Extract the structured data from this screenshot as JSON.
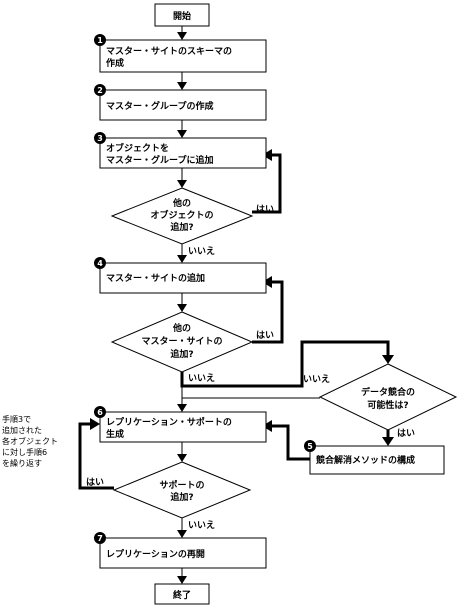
{
  "nodes": {
    "start": "開始",
    "step1_line1": "マスター・サイトのスキーマの",
    "step1_line2": "作成",
    "step2": "マスター・グループの作成",
    "step3_line1": "オブジェクトを",
    "step3_line2": "マスター・グループに追加",
    "dec1_line1": "他の",
    "dec1_line2": "オブジェクトの",
    "dec1_line3": "追加?",
    "step4": "マスター・サイトの追加",
    "dec2_line1": "他の",
    "dec2_line2": "マスター・サイトの",
    "dec2_line3": "追加?",
    "dec3_line1": "データ競合の",
    "dec3_line2": "可能性は?",
    "step5": "競合解消メソッドの構成",
    "step6_line1": "レプリケーション・サポートの",
    "step6_line2": "生成",
    "dec4_line1": "サポートの",
    "dec4_line2": "追加?",
    "step7": "レプリケーションの再開",
    "end": "終了"
  },
  "badges": [
    "1",
    "2",
    "3",
    "4",
    "5",
    "6",
    "7"
  ],
  "edge_labels": {
    "yes": "はい",
    "no": "いいえ"
  },
  "side_note": [
    "手順3で",
    "追加された",
    "各オブジェクト",
    "に対し手順6",
    "を繰り返す"
  ]
}
